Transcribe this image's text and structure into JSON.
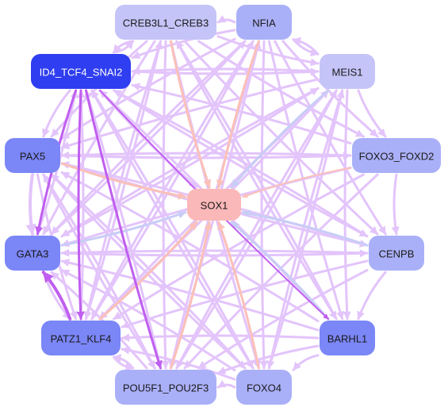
{
  "colors": {
    "node_strong": "#2f3ef0",
    "node_mid": "#7b86f7",
    "node_light": "#aab0f8",
    "node_pale": "#c4c4f8",
    "node_center": "#fbb8b8",
    "edge_lilac": "#e3c4fb",
    "edge_purple": "#c05ef0",
    "edge_blue": "#c8cdf6",
    "edge_salmon": "#fbc0b8",
    "text_dark": "#1a1a1a",
    "text_light": "#ffffff"
  },
  "nodes": [
    {
      "id": "creb3l1",
      "label": "CREB3L1_CREB3",
      "fill": "#c4c4f8",
      "text": "#1a1a1a"
    },
    {
      "id": "nfia",
      "label": "NFIA",
      "fill": "#aab0f8",
      "text": "#1a1a1a"
    },
    {
      "id": "id4",
      "label": "ID4_TCF4_SNAI2",
      "fill": "#2f3ef0",
      "text": "#ffffff"
    },
    {
      "id": "meis1",
      "label": "MEIS1",
      "fill": "#c4c4f8",
      "text": "#1a1a1a"
    },
    {
      "id": "pax5",
      "label": "PAX5",
      "fill": "#7b86f7",
      "text": "#1a1a1a"
    },
    {
      "id": "foxo3",
      "label": "FOXO3_FOXD2",
      "fill": "#aab0f8",
      "text": "#1a1a1a"
    },
    {
      "id": "sox1",
      "label": "SOX1",
      "fill": "#fbb8b8",
      "text": "#1a1a1a"
    },
    {
      "id": "gata3",
      "label": "GATA3",
      "fill": "#7b86f7",
      "text": "#1a1a1a"
    },
    {
      "id": "cenpb",
      "label": "CENPB",
      "fill": "#aab0f8",
      "text": "#1a1a1a"
    },
    {
      "id": "patz1",
      "label": "PATZ1_KLF4",
      "fill": "#7b86f7",
      "text": "#1a1a1a"
    },
    {
      "id": "barhl1",
      "label": "BARHL1",
      "fill": "#7b86f7",
      "text": "#1a1a1a"
    },
    {
      "id": "pou5f1",
      "label": "POU5F1_POU2F3",
      "fill": "#aab0f8",
      "text": "#1a1a1a"
    },
    {
      "id": "foxo4",
      "label": "FOXO4",
      "fill": "#aab0f8",
      "text": "#1a1a1a"
    }
  ],
  "edges": [
    {
      "from": "creb3l1",
      "to": "sox1",
      "color": "#fbc0b8",
      "weight": 3
    },
    {
      "from": "nfia",
      "to": "sox1",
      "color": "#fbc0b8",
      "weight": 3
    },
    {
      "from": "meis1",
      "to": "sox1",
      "color": "#c8cdf6",
      "weight": 3
    },
    {
      "from": "pax5",
      "to": "sox1",
      "color": "#fbc0b8",
      "weight": 3
    },
    {
      "from": "foxo3",
      "to": "sox1",
      "color": "#fbc0b8",
      "weight": 2
    },
    {
      "from": "gata3",
      "to": "sox1",
      "color": "#c8cdf6",
      "weight": 3
    },
    {
      "from": "cenpb",
      "to": "sox1",
      "color": "#c8cdf6",
      "weight": 3
    },
    {
      "from": "patz1",
      "to": "sox1",
      "color": "#fbc0b8",
      "weight": 3
    },
    {
      "from": "barhl1",
      "to": "sox1",
      "color": "#c8cdf6",
      "weight": 3
    },
    {
      "from": "pou5f1",
      "to": "sox1",
      "color": "#fbc0b8",
      "weight": 3
    },
    {
      "from": "foxo4",
      "to": "sox1",
      "color": "#fbc0b8",
      "weight": 3
    },
    {
      "from": "id4",
      "to": "sox1",
      "color": "#e3c4fb",
      "weight": 3
    },
    {
      "from": "id4",
      "to": "gata3",
      "color": "#c05ef0",
      "weight": 3
    },
    {
      "from": "id4",
      "to": "patz1",
      "color": "#c05ef0",
      "weight": 3
    },
    {
      "from": "id4",
      "to": "pou5f1",
      "color": "#c05ef0",
      "weight": 3
    },
    {
      "from": "id4",
      "to": "barhl1",
      "color": "#c05ef0",
      "weight": 2
    },
    {
      "from": "patz1",
      "to": "gata3",
      "color": "#c05ef0",
      "weight": 4
    },
    {
      "from": "creb3l1",
      "to": "id4",
      "color": "#e3c4fb",
      "weight": 3
    },
    {
      "from": "creb3l1",
      "to": "meis1",
      "color": "#e3c4fb",
      "weight": 3
    },
    {
      "from": "creb3l1",
      "to": "pax5",
      "color": "#e3c4fb",
      "weight": 3
    },
    {
      "from": "creb3l1",
      "to": "foxo3",
      "color": "#e3c4fb",
      "weight": 3
    },
    {
      "from": "creb3l1",
      "to": "cenpb",
      "color": "#e3c4fb",
      "weight": 3
    },
    {
      "from": "creb3l1",
      "to": "barhl1",
      "color": "#e3c4fb",
      "weight": 3
    },
    {
      "from": "creb3l1",
      "to": "pou5f1",
      "color": "#e3c4fb",
      "weight": 3
    },
    {
      "from": "creb3l1",
      "to": "foxo4",
      "color": "#e3c4fb",
      "weight": 3
    },
    {
      "from": "creb3l1",
      "to": "patz1",
      "color": "#e3c4fb",
      "weight": 3
    },
    {
      "from": "creb3l1",
      "to": "gata3",
      "color": "#e3c4fb",
      "weight": 3
    },
    {
      "from": "nfia",
      "to": "creb3l1",
      "color": "#e3c4fb",
      "weight": 3
    },
    {
      "from": "nfia",
      "to": "id4",
      "color": "#e3c4fb",
      "weight": 3
    },
    {
      "from": "nfia",
      "to": "meis1",
      "color": "#e3c4fb",
      "weight": 3
    },
    {
      "from": "nfia",
      "to": "pax5",
      "color": "#e3c4fb",
      "weight": 3
    },
    {
      "from": "nfia",
      "to": "foxo3",
      "color": "#e3c4fb",
      "weight": 3
    },
    {
      "from": "nfia",
      "to": "gata3",
      "color": "#e3c4fb",
      "weight": 3
    },
    {
      "from": "nfia",
      "to": "cenpb",
      "color": "#e3c4fb",
      "weight": 3
    },
    {
      "from": "nfia",
      "to": "patz1",
      "color": "#e3c4fb",
      "weight": 3
    },
    {
      "from": "nfia",
      "to": "barhl1",
      "color": "#e3c4fb",
      "weight": 3
    },
    {
      "from": "nfia",
      "to": "pou5f1",
      "color": "#e3c4fb",
      "weight": 3
    },
    {
      "from": "nfia",
      "to": "foxo4",
      "color": "#e3c4fb",
      "weight": 3
    },
    {
      "from": "meis1",
      "to": "id4",
      "color": "#e3c4fb",
      "weight": 3
    },
    {
      "from": "meis1",
      "to": "nfia",
      "color": "#e3c4fb",
      "weight": 3
    },
    {
      "from": "meis1",
      "to": "pax5",
      "color": "#e3c4fb",
      "weight": 3
    },
    {
      "from": "meis1",
      "to": "foxo3",
      "color": "#e3c4fb",
      "weight": 3
    },
    {
      "from": "meis1",
      "to": "gata3",
      "color": "#e3c4fb",
      "weight": 3
    },
    {
      "from": "meis1",
      "to": "patz1",
      "color": "#e3c4fb",
      "weight": 3
    },
    {
      "from": "meis1",
      "to": "pou5f1",
      "color": "#e3c4fb",
      "weight": 3
    },
    {
      "from": "meis1",
      "to": "foxo4",
      "color": "#e3c4fb",
      "weight": 3
    },
    {
      "from": "meis1",
      "to": "barhl1",
      "color": "#e3c4fb",
      "weight": 3
    },
    {
      "from": "pax5",
      "to": "gata3",
      "color": "#e3c4fb",
      "weight": 4
    },
    {
      "from": "pax5",
      "to": "patz1",
      "color": "#e3c4fb",
      "weight": 3
    },
    {
      "from": "pax5",
      "to": "pou5f1",
      "color": "#e3c4fb",
      "weight": 3
    },
    {
      "from": "pax5",
      "to": "foxo4",
      "color": "#e3c4fb",
      "weight": 3
    },
    {
      "from": "pax5",
      "to": "foxo3",
      "color": "#e3c4fb",
      "weight": 3
    },
    {
      "from": "pax5",
      "to": "cenpb",
      "color": "#e3c4fb",
      "weight": 3
    },
    {
      "from": "foxo3",
      "to": "cenpb",
      "color": "#e3c4fb",
      "weight": 3
    },
    {
      "from": "foxo3",
      "to": "pax5",
      "color": "#e3c4fb",
      "weight": 3
    },
    {
      "from": "foxo3",
      "to": "gata3",
      "color": "#e3c4fb",
      "weight": 3
    },
    {
      "from": "foxo3",
      "to": "patz1",
      "color": "#e3c4fb",
      "weight": 3
    },
    {
      "from": "foxo3",
      "to": "pou5f1",
      "color": "#e3c4fb",
      "weight": 3
    },
    {
      "from": "foxo3",
      "to": "id4",
      "color": "#e3c4fb",
      "weight": 3
    },
    {
      "from": "cenpb",
      "to": "gata3",
      "color": "#e3c4fb",
      "weight": 3
    },
    {
      "from": "cenpb",
      "to": "patz1",
      "color": "#e3c4fb",
      "weight": 3
    },
    {
      "from": "cenpb",
      "to": "pou5f1",
      "color": "#e3c4fb",
      "weight": 3
    },
    {
      "from": "cenpb",
      "to": "barhl1",
      "color": "#e3c4fb",
      "weight": 3
    },
    {
      "from": "cenpb",
      "to": "pax5",
      "color": "#e3c4fb",
      "weight": 3
    },
    {
      "from": "cenpb",
      "to": "id4",
      "color": "#e3c4fb",
      "weight": 3
    },
    {
      "from": "barhl1",
      "to": "foxo4",
      "color": "#e3c4fb",
      "weight": 3
    },
    {
      "from": "barhl1",
      "to": "pou5f1",
      "color": "#e3c4fb",
      "weight": 3
    },
    {
      "from": "barhl1",
      "to": "patz1",
      "color": "#e3c4fb",
      "weight": 3
    },
    {
      "from": "barhl1",
      "to": "gata3",
      "color": "#e3c4fb",
      "weight": 3
    },
    {
      "from": "barhl1",
      "to": "pax5",
      "color": "#e3c4fb",
      "weight": 3
    },
    {
      "from": "barhl1",
      "to": "id4",
      "color": "#e3c4fb",
      "weight": 3
    },
    {
      "from": "barhl1",
      "to": "creb3l1",
      "color": "#e3c4fb",
      "weight": 3
    },
    {
      "from": "foxo4",
      "to": "pou5f1",
      "color": "#e3c4fb",
      "weight": 3
    },
    {
      "from": "foxo4",
      "to": "patz1",
      "color": "#e3c4fb",
      "weight": 3
    },
    {
      "from": "foxo4",
      "to": "gata3",
      "color": "#e3c4fb",
      "weight": 3
    },
    {
      "from": "foxo4",
      "to": "pax5",
      "color": "#e3c4fb",
      "weight": 3
    },
    {
      "from": "foxo4",
      "to": "id4",
      "color": "#e3c4fb",
      "weight": 3
    },
    {
      "from": "foxo4",
      "to": "meis1",
      "color": "#e3c4fb",
      "weight": 3
    },
    {
      "from": "pou5f1",
      "to": "patz1",
      "color": "#e3c4fb",
      "weight": 3
    },
    {
      "from": "pou5f1",
      "to": "gata3",
      "color": "#e3c4fb",
      "weight": 3
    },
    {
      "from": "pou5f1",
      "to": "pax5",
      "color": "#e3c4fb",
      "weight": 3
    },
    {
      "from": "pou5f1",
      "to": "id4",
      "color": "#e3c4fb",
      "weight": 3
    },
    {
      "from": "pou5f1",
      "to": "meis1",
      "color": "#e3c4fb",
      "weight": 3
    },
    {
      "from": "pou5f1",
      "to": "nfia",
      "color": "#e3c4fb",
      "weight": 3
    },
    {
      "from": "patz1",
      "to": "pou5f1",
      "color": "#e3c4fb",
      "weight": 3
    },
    {
      "from": "patz1",
      "to": "id4",
      "color": "#e3c4fb",
      "weight": 3
    },
    {
      "from": "patz1",
      "to": "meis1",
      "color": "#e3c4fb",
      "weight": 3
    },
    {
      "from": "patz1",
      "to": "nfia",
      "color": "#e3c4fb",
      "weight": 3
    },
    {
      "from": "patz1",
      "to": "creb3l1",
      "color": "#e3c4fb",
      "weight": 3
    },
    {
      "from": "gata3",
      "to": "patz1",
      "color": "#e3c4fb",
      "weight": 3
    },
    {
      "from": "gata3",
      "to": "id4",
      "color": "#e3c4fb",
      "weight": 3
    },
    {
      "from": "gata3",
      "to": "meis1",
      "color": "#e3c4fb",
      "weight": 3
    },
    {
      "from": "gata3",
      "to": "cenpb",
      "color": "#e3c4fb",
      "weight": 3
    },
    {
      "from": "gata3",
      "to": "nfia",
      "color": "#e3c4fb",
      "weight": 3
    },
    {
      "from": "id4",
      "to": "meis1",
      "color": "#e3c4fb",
      "weight": 3
    },
    {
      "from": "id4",
      "to": "pax5",
      "color": "#e3c4fb",
      "weight": 3
    },
    {
      "from": "id4",
      "to": "foxo4",
      "color": "#e3c4fb",
      "weight": 3
    },
    {
      "from": "id4",
      "to": "cenpb",
      "color": "#e3c4fb",
      "weight": 3
    },
    {
      "from": "id4",
      "to": "creb3l1",
      "color": "#e3c4fb",
      "weight": 3
    }
  ]
}
